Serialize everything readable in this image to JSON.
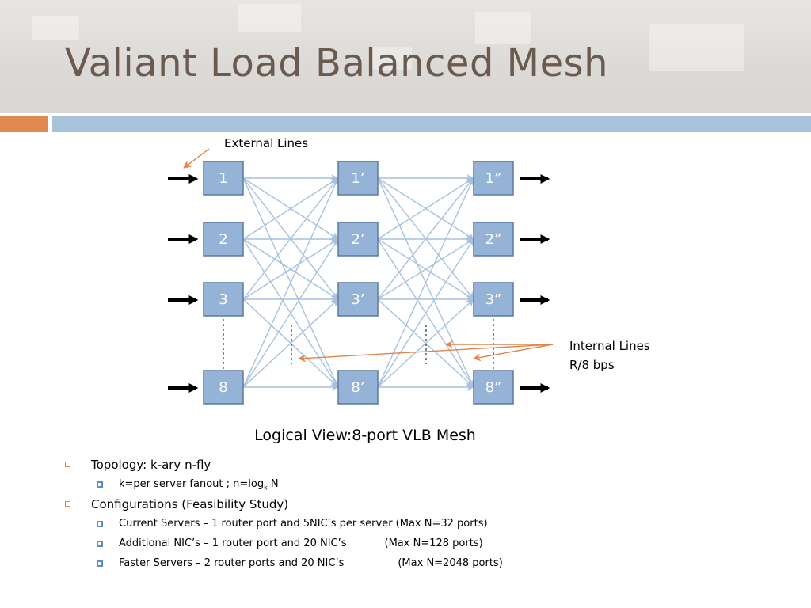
{
  "slide": {
    "title": "Valiant Load Balanced Mesh"
  },
  "colors": {
    "node_fill": "#95b3d6",
    "node_border": "#5b7a9d",
    "internal_line": "#a7c1dd",
    "annotation": "#e0844c",
    "title_text": "#6b5a4e",
    "accent_orange": "#e08a4f",
    "accent_blue": "#a9c2dc"
  },
  "diagram": {
    "external_label": "External Lines",
    "internal_label_line1": "Internal Lines",
    "internal_label_line2": "R/8 bps",
    "columns": [
      [
        "1",
        "2",
        "3",
        "8"
      ],
      [
        "1’",
        "2’",
        "3’",
        "8’"
      ],
      [
        "1”",
        "2”",
        "3”",
        "8”"
      ]
    ],
    "caption": "Logical View:8-port VLB Mesh"
  },
  "bullets": {
    "topology": "Topology: k-ary n-fly",
    "topology_sub_a": "k=per server fanout ; n=log",
    "topology_sub_k": "k",
    "topology_sub_b": " N",
    "configurations": "Configurations (Feasibility Study)",
    "config_items": [
      {
        "text": "Current Servers – 1 router port and 5NIC’s per server (Max N=32 ports)",
        "extra": ""
      },
      {
        "text": "Additional NIC’s – 1 router port and 20 NIC’s",
        "extra": "(Max N=128 ports)"
      },
      {
        "text": "Faster Servers – 2 router ports and 20 NIC’s",
        "extra": "(Max N=2048 ports)"
      }
    ]
  }
}
